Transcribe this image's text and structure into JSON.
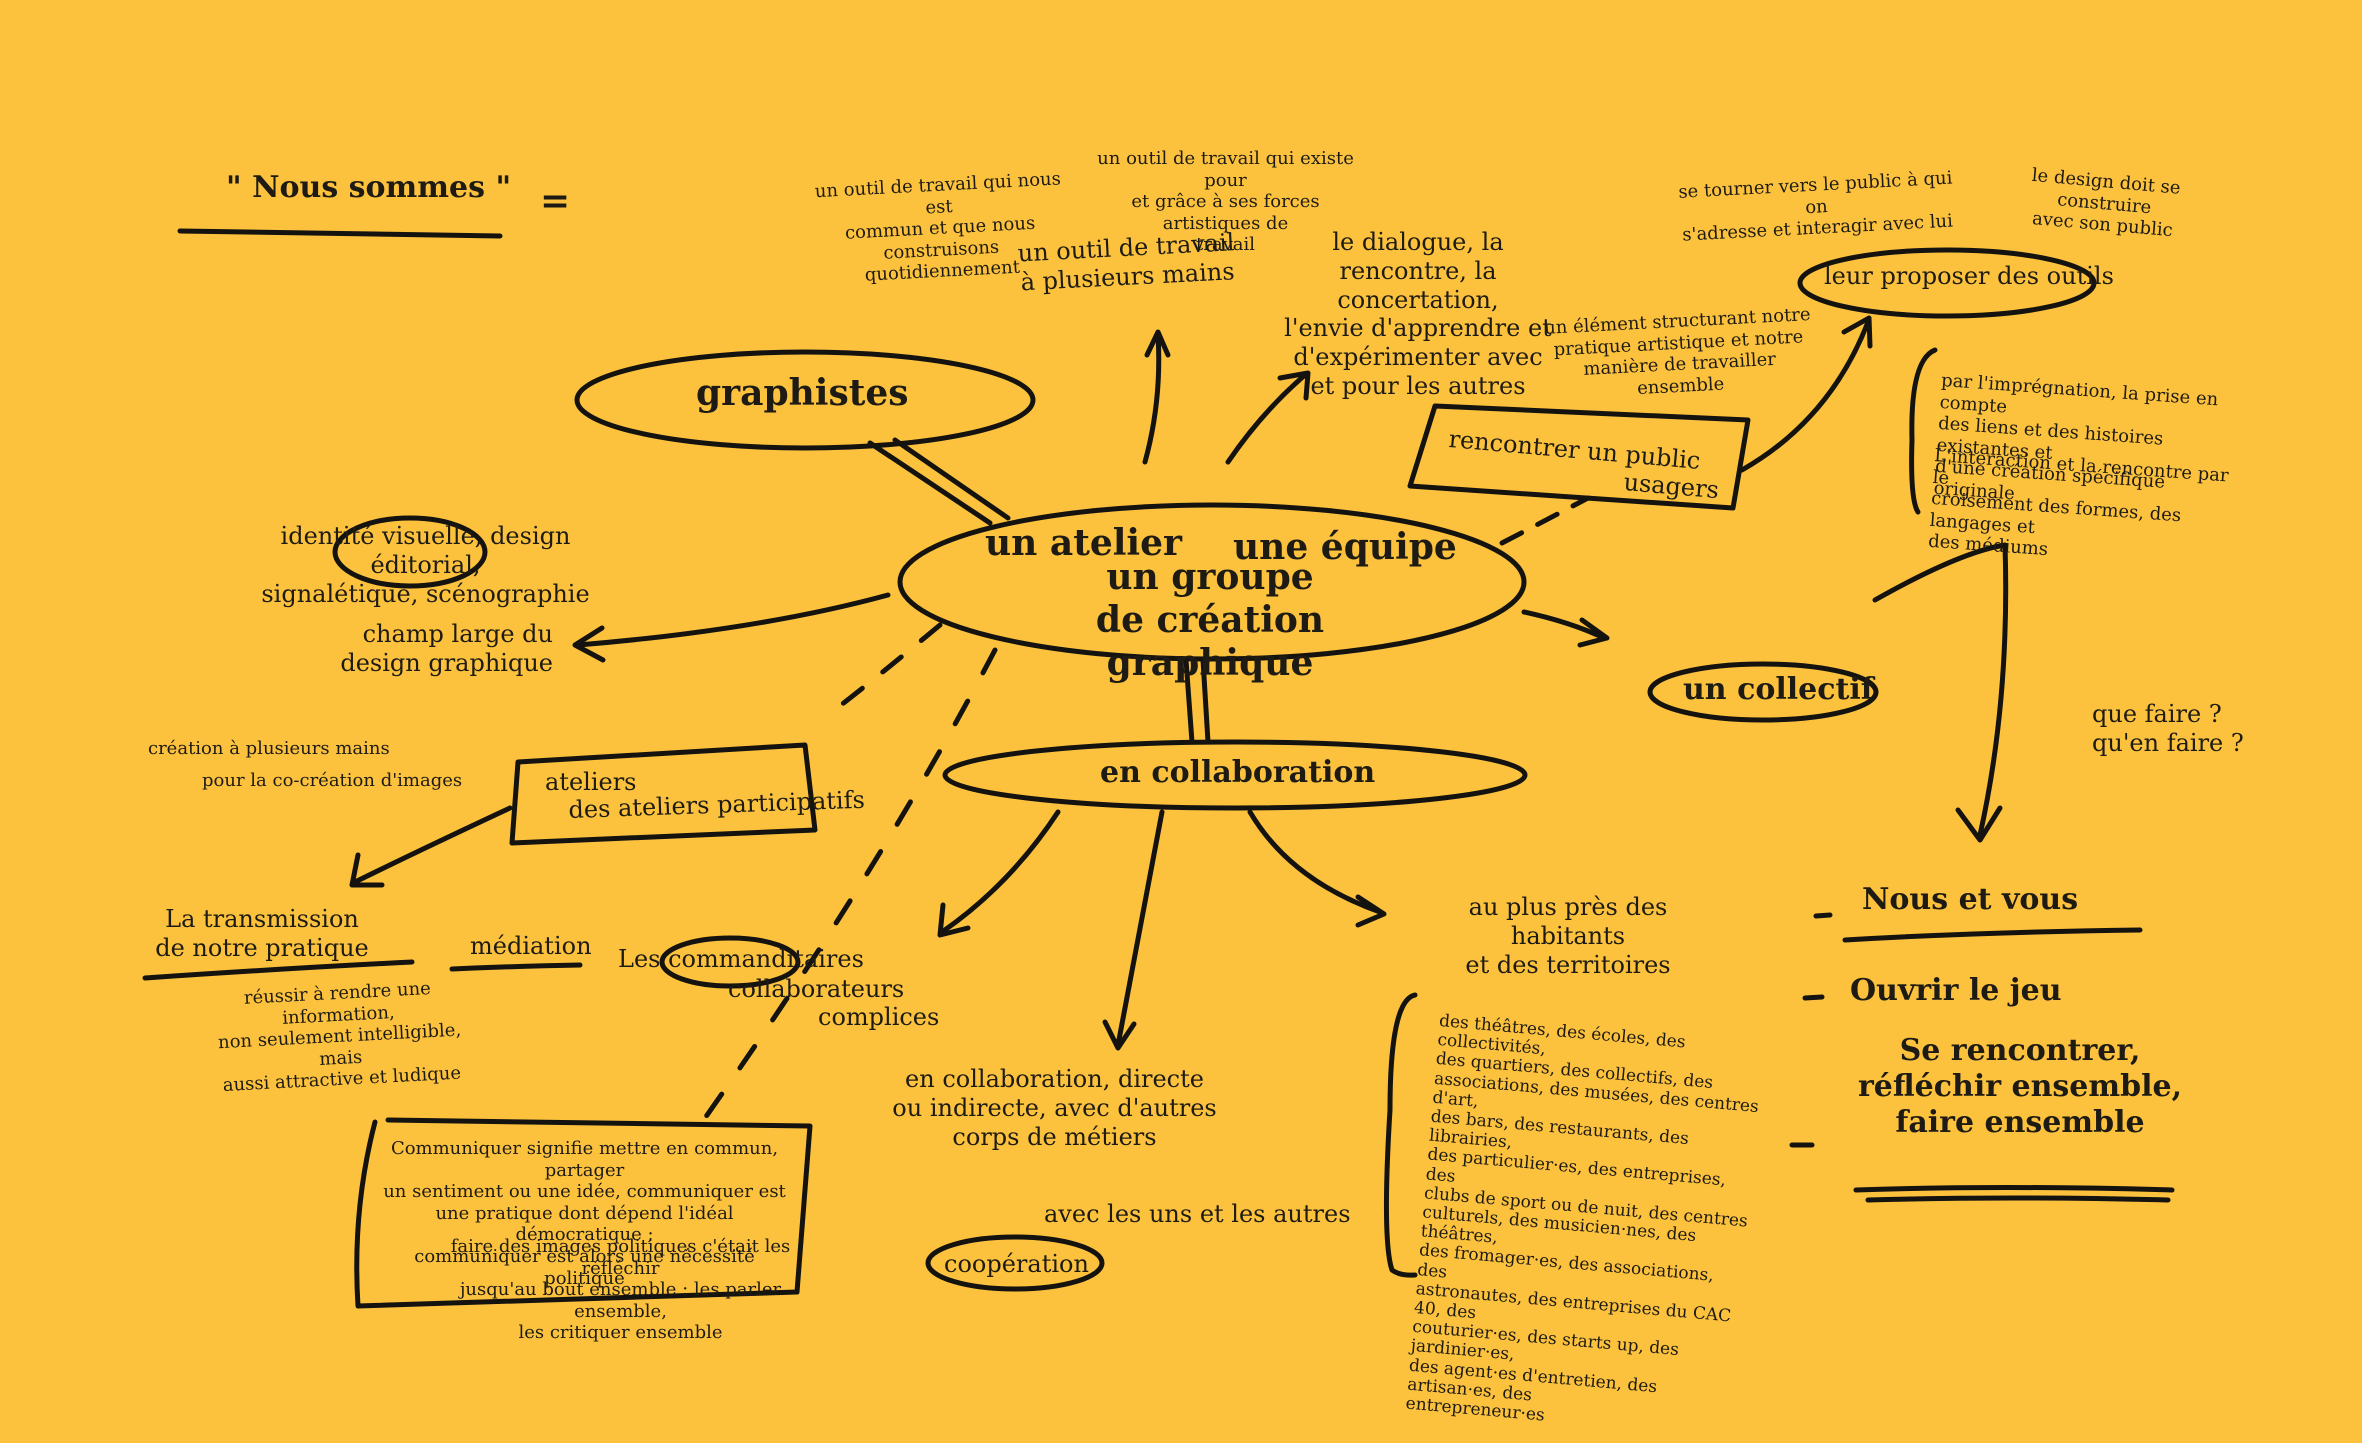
{
  "title": "\" Nous sommes \"",
  "equals": "=",
  "center": {
    "atelier": "un atelier",
    "equipe": "une équipe",
    "groupe": "un groupe\nde création graphique"
  },
  "graphistes": "graphistes",
  "graphistes_desc": "identité visuelle, design éditorial,\nsignalétique, scénographie",
  "champ_large": "champ large du\ndesign graphique",
  "outil": {
    "main": "un outil de travail\nà  plusieurs mains",
    "note1": "un outil de travail qui nous est\ncommun et que nous construisons\nquotidiennement",
    "note2": "un outil de travail qui existe pour\net grâce à ses forces artistiques de\ntravail"
  },
  "dialogue": "le dialogue, la\nrencontre, la concertation,\nl'envie d'apprendre et\nd'expérimenter avec\net pour les autres",
  "rencontrer": {
    "line1": "rencontrer un public",
    "line2": "usagers",
    "note": "un élément structurant notre\npratique artistique et notre\nmanière de travailler ensemble"
  },
  "outils": {
    "label": "leur proposer des outils",
    "note_public": "se tourner vers le public à qui on\ns'adresse et interagir avec lui",
    "note_design": "le design doit se construire\navec son public",
    "impregnation": "par l'imprégnation, la prise en compte\ndes liens et des histoires existantes et\nd'une création spécifique originale",
    "interaction": "L'interaction et la rencontre par le\ncroisement des formes, des langages et\ndes médiums"
  },
  "collectif": "un collectif",
  "que_faire": "que faire ?\nqu'en faire ?",
  "collaboration": "en collaboration",
  "habitants": "au plus près des habitants\net des territoires",
  "ateliers": {
    "line1": "ateliers",
    "line2": "des ateliers participatifs",
    "note1": "création à plusieurs mains",
    "note2": "pour la co-création d'images"
  },
  "transmission": "La transmission\nde notre pratique",
  "mediation": "médiation",
  "transmission_note": "réussir à rendre une information,\nnon seulement intelligible, mais\naussi attractive et ludique",
  "commanditaires": {
    "line1": "Les commanditaires",
    "line2": "collaborateurs",
    "line3": "complices"
  },
  "communiquer": {
    "p1": "Communiquer signifie mettre en commun, partager\nun sentiment ou une idée, communiquer est\nune pratique dont dépend l'idéal démocratique ;\ncommuniquer est alors une nécessité politique",
    "p2": "faire des images politiques c'était les réfléchir\njusqu'au bout ensemble : les parler ensemble,\nles critiquer ensemble"
  },
  "corps_metiers": "en collaboration, directe\nou indirecte, avec d'autres\ncorps de métiers",
  "uns_autres": "avec les uns et les autres",
  "cooperation": "coopération",
  "liste": "des théâtres, des écoles, des collectivités,\ndes quartiers, des collectifs, des\nassociations, des musées, des centres d'art,\ndes bars, des restaurants, des librairies,\ndes particulier·es, des entreprises, des\nclubs de sport ou de nuit, des centres\nculturels, des musicien·nes, des théâtres,\ndes fromager·es, des associations, des\nastronautes, des entreprises du CAC 40, des\ncouturier·es, des starts up, des jardinier·es,\ndes agent·es d'entretien, des artisan·es, des\nentrepreneur·es",
  "nous_vous": "Nous et vous",
  "ouvrir": "Ouvrir le jeu",
  "rencontrer_final": "Se rencontrer,\nréfléchir ensemble,\nfaire ensemble",
  "dash": "-",
  "colors": {
    "background": "#FCC23E",
    "ink": "#15130F"
  }
}
